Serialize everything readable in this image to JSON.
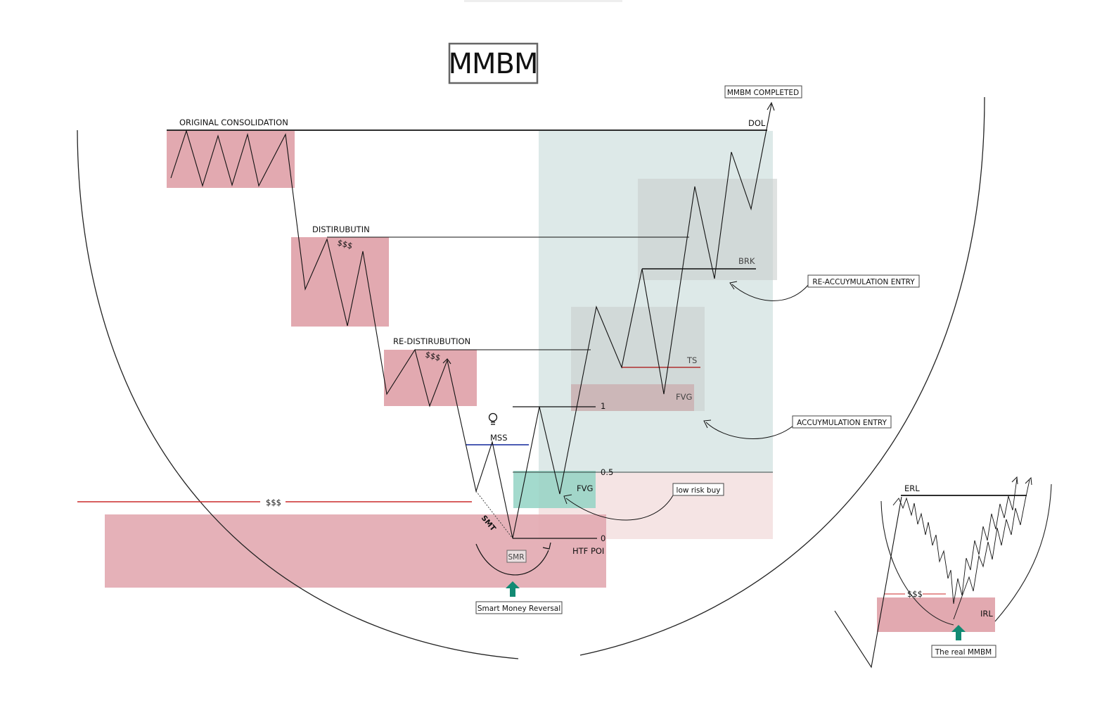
{
  "title": "MMBM",
  "labels": {
    "original_consolidation": "ORIGINAL CONSOLIDATION",
    "distribution": "DISTIRUBUTIN",
    "re_distribution": "RE-DISTIRUBUTION",
    "dol": "DOL",
    "mmbm_completed": "MMBM COMPLETED",
    "re_accumulation_entry": "RE-ACCUYMULATION ENTRY",
    "accumulation_entry": "ACCUYMULATION ENTRY",
    "low_risk_buy": "low risk buy",
    "smart_money_reversal": "Smart Money Reversal",
    "brk": "BRK",
    "ts": "TS",
    "fvg_upper": "FVG",
    "fvg_lower": "FVG",
    "fib_1": "1",
    "fib_05": "0.5",
    "fib_0": "0",
    "htf_poi": "HTF POI",
    "mss": "MSS",
    "smt": "SMT",
    "smr": "SMR",
    "sss_main": "$$$",
    "sss_distribution": "$$$",
    "sss_redistribution": "$$$",
    "erl": "ERL",
    "irl": "IRL",
    "sss_inset": "$$$",
    "the_real_mmbm": "The real MMBM"
  },
  "icons": [
    "lightbulb-icon",
    "up-arrow-icon"
  ],
  "colors": {
    "supply_zone": "#e2a9b0",
    "premium_zone": "#f5e4e4",
    "accumulation_zone": "#dde9e8",
    "consolidation_box": "#c9cfcd",
    "discount_fvg": "#93d3c4",
    "liquidity_line": "#cc2a2a",
    "mss_line": "#3344aa",
    "reversal_arrow": "#128a73"
  }
}
